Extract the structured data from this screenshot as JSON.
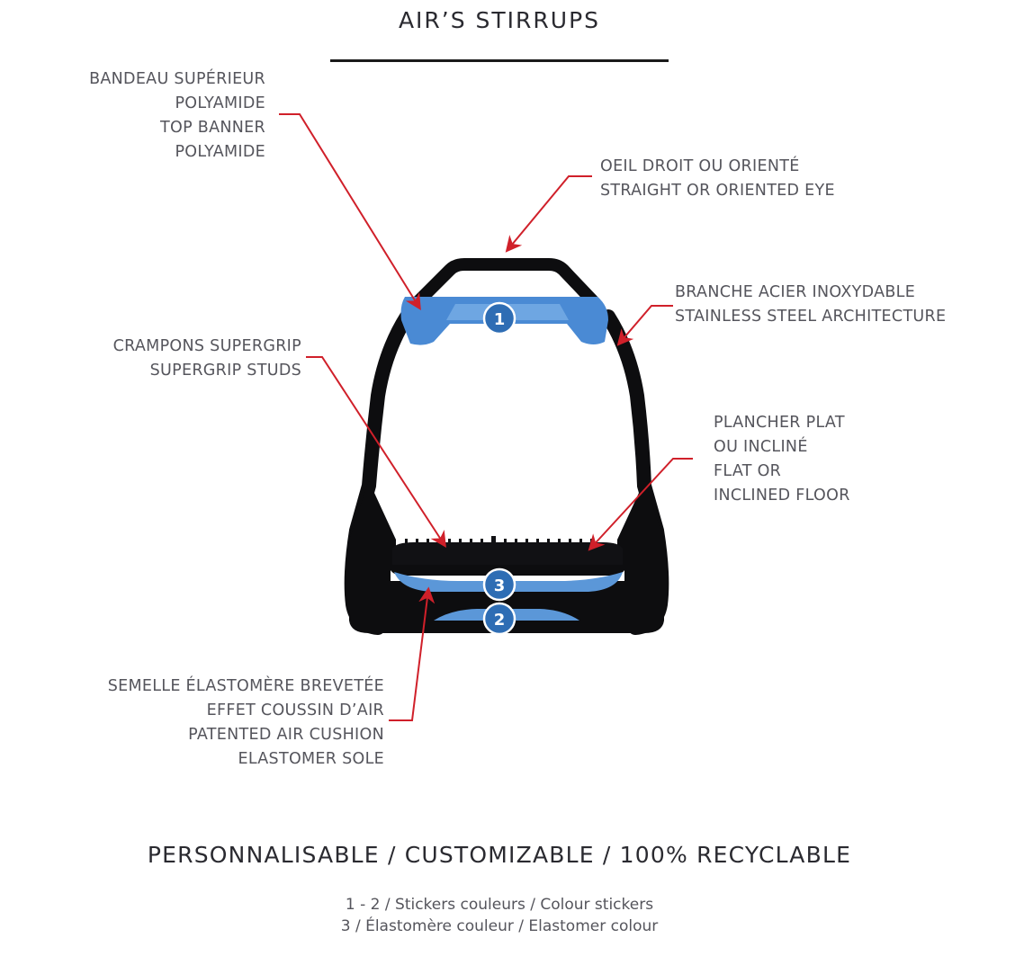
{
  "title": "AIR’S STIRRUPS",
  "colors": {
    "frame": "#0d0d0f",
    "accent_blue": "#4a8ad4",
    "accent_blue_light": "#6ea6e2",
    "arrow_red": "#d0202a",
    "text": "#55555c",
    "heading": "#2a2a30"
  },
  "callouts": {
    "top_banner": {
      "lines": [
        "BANDEAU SUPÉRIEUR",
        "POLYAMIDE",
        "TOP BANNER",
        "POLYAMIDE"
      ],
      "target": "top-banner (1)"
    },
    "eye": {
      "lines": [
        "OEIL DROIT OU ORIENTÉ",
        "STRAIGHT OR ORIENTED EYE"
      ],
      "target": "eye"
    },
    "branch": {
      "lines": [
        "BRANCHE ACIER INOXYDABLE",
        "STAINLESS STEEL ARCHITECTURE"
      ],
      "target": "branch"
    },
    "studs": {
      "lines": [
        "CRAMPONS SUPERGRIP",
        "SUPERGRIP STUDS"
      ],
      "target": "tread-studs"
    },
    "floor": {
      "lines": [
        "PLANCHER PLAT",
        "OU INCLINÉ",
        "FLAT OR",
        "INCLINED FLOOR"
      ],
      "target": "floor"
    },
    "sole": {
      "lines": [
        "SEMELLE ÉLASTOMÈRE BREVETÉE",
        "EFFET COUSSIN D’AIR",
        "PATENTED AIR CUSHION",
        "ELASTOMER SOLE"
      ],
      "target": "elastomer-sole (3)"
    }
  },
  "markers": [
    {
      "number": "1",
      "part": "top banner"
    },
    {
      "number": "3",
      "part": "elastomer"
    },
    {
      "number": "2",
      "part": "bottom sticker"
    }
  ],
  "footer": {
    "heading": "PERSONNALISABLE / CUSTOMIZABLE / 100% RECYCLABLE",
    "notes": [
      "1 - 2 / Stickers couleurs / Colour stickers",
      "3 / Élastomère couleur / Elastomer colour"
    ]
  }
}
